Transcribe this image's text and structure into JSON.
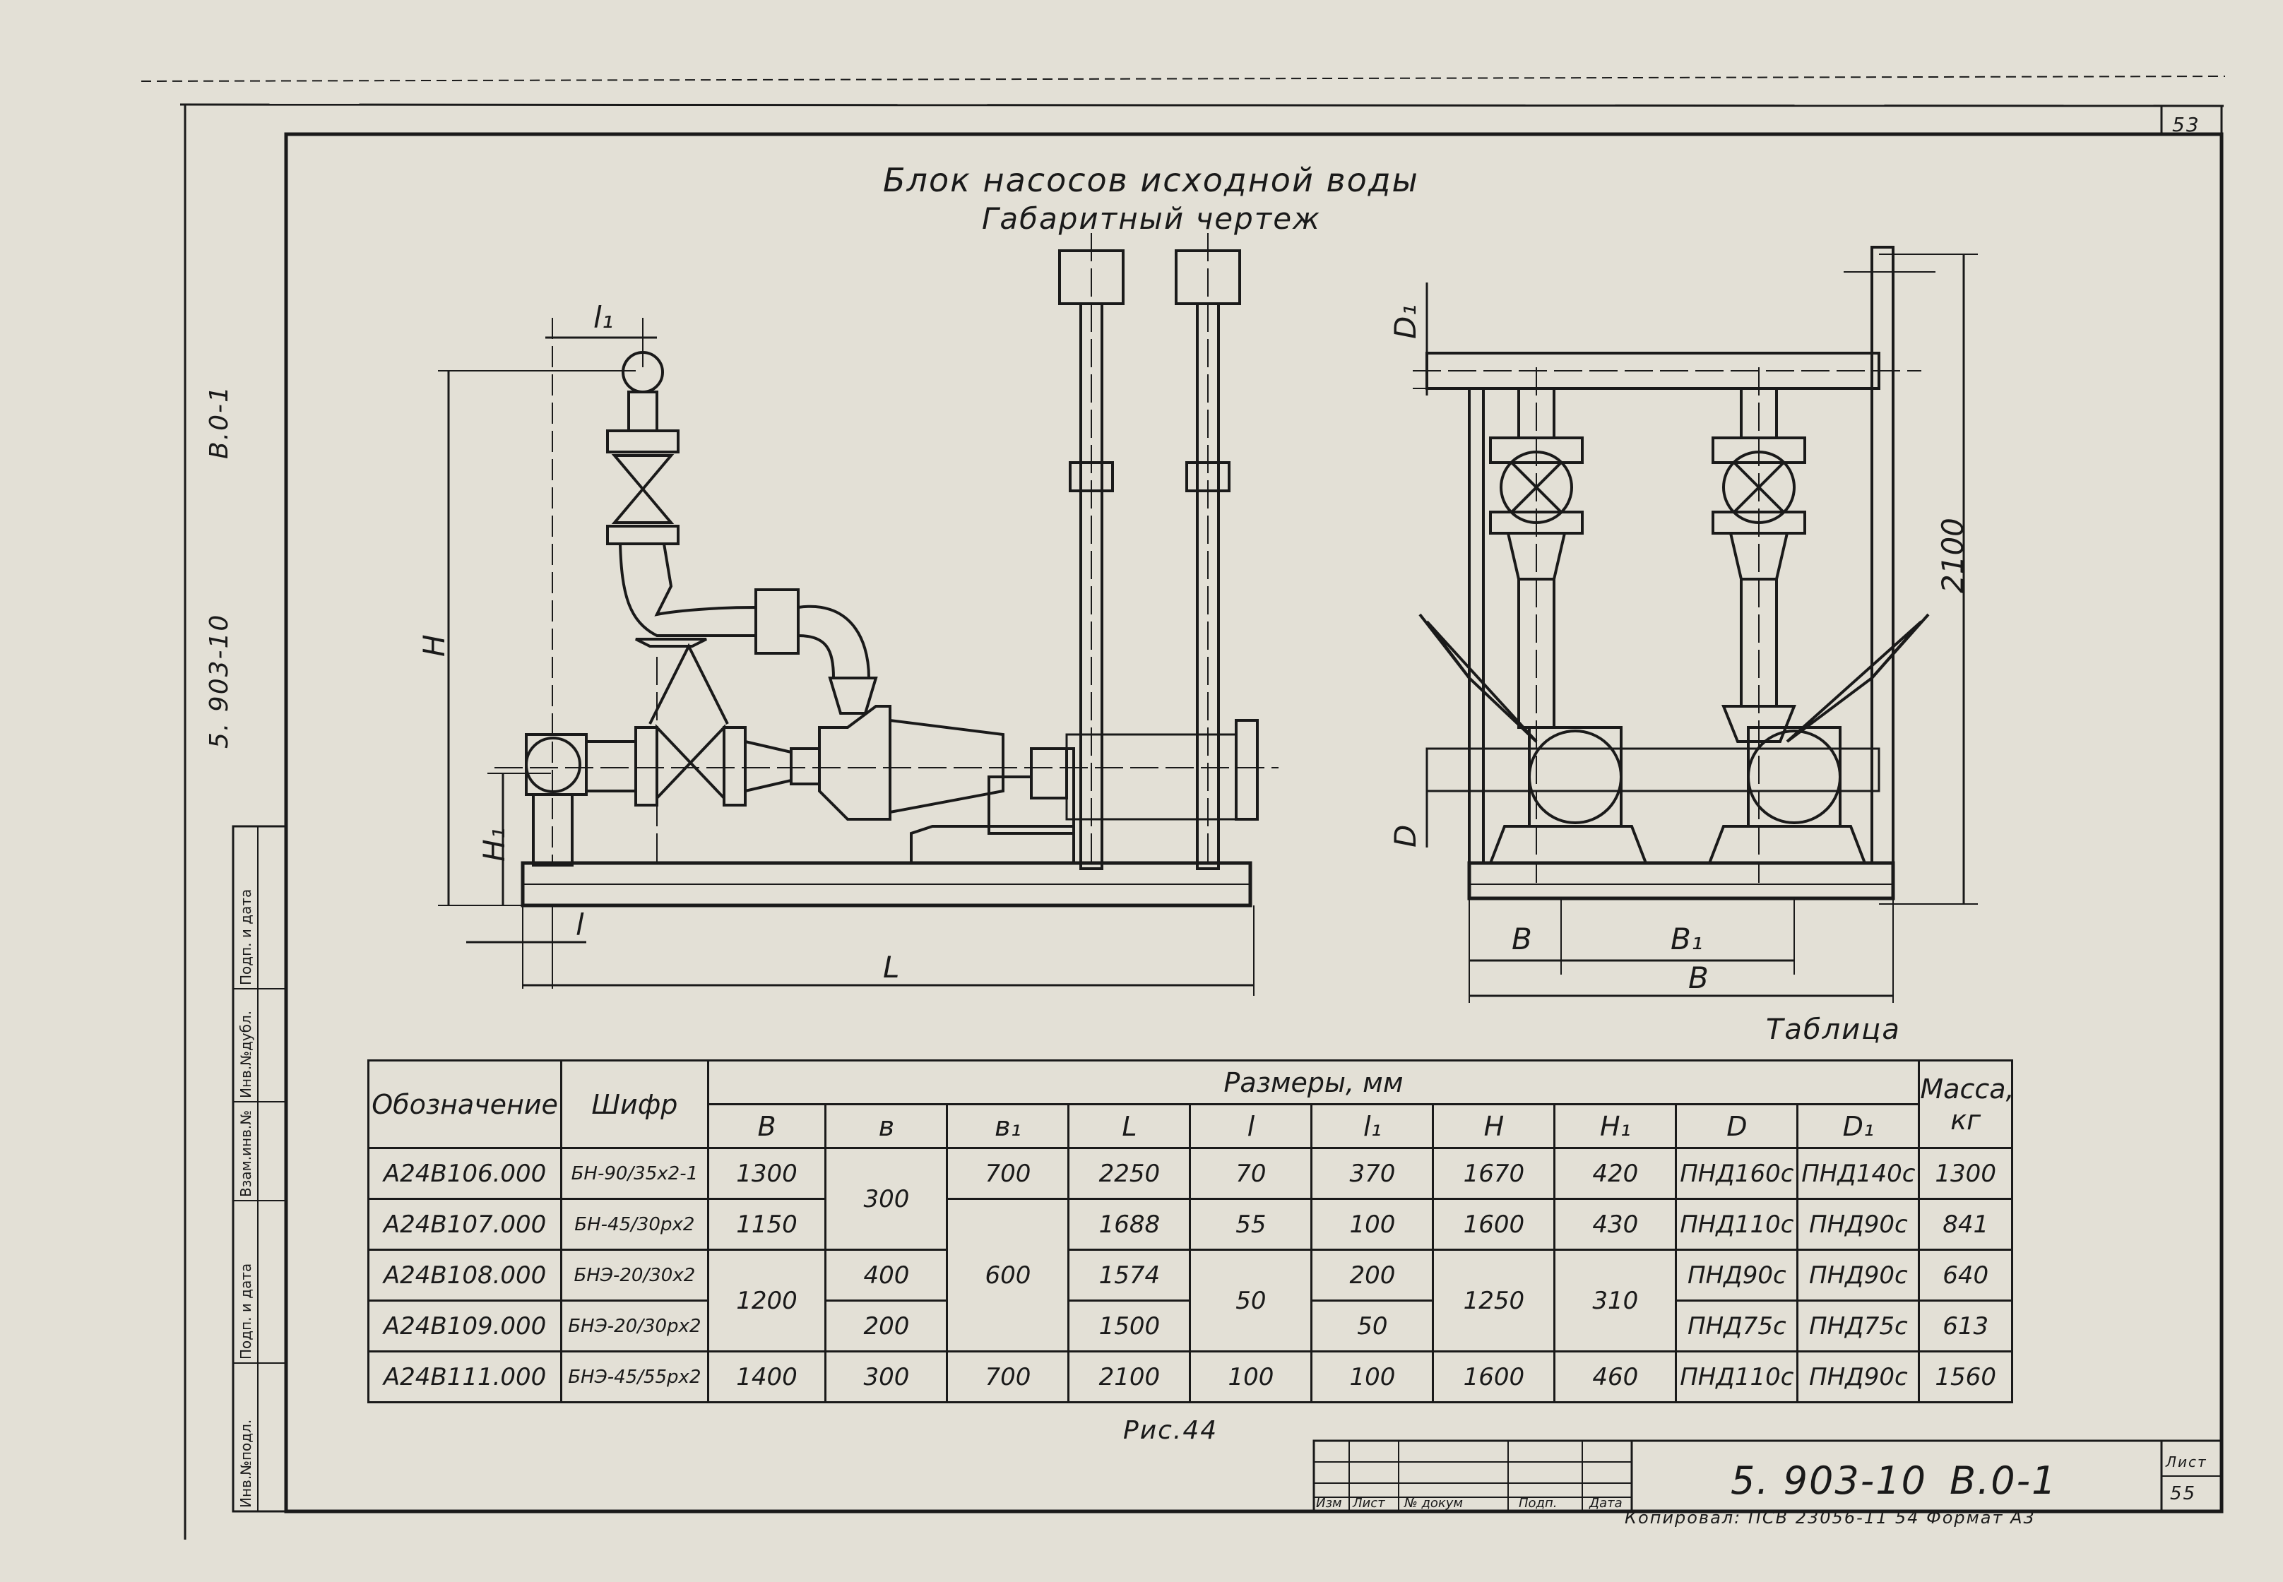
{
  "title": {
    "line1": "Блок насосов исходной воды",
    "line2": "Габаритный чертеж"
  },
  "page_number": "53",
  "side_code": {
    "doc": "5. 903-10",
    "sheet": "В.0-1"
  },
  "stamp_cells": [
    "Инв.№подл.",
    "Подп. и дата",
    "Взам.инв.№",
    "Инв.№дубл.",
    "Подп. и дата"
  ],
  "dim_labels": {
    "l1": "l₁",
    "H": "H",
    "H1": "H₁",
    "l": "l",
    "L": "L",
    "D1": "D₁",
    "D": "D",
    "h2100": "2100",
    "B": "В",
    "B1": "В₁",
    "Bbig": "В"
  },
  "table_caption": "Таблица",
  "table": {
    "col_designation": "Обозначение",
    "col_code": "Шифр",
    "col_dims": "Размеры,   мм",
    "col_mass": "Масса, кг",
    "dim_cols": [
      "В",
      "в",
      "в₁",
      "L",
      "l",
      "l₁",
      "H",
      "H₁",
      "D",
      "D₁"
    ],
    "rows": [
      {
        "designation": "А24В106.000",
        "code": "БН-90/35х2-1",
        "B": "1300",
        "b": "300",
        "b1": "700",
        "L": "2250",
        "l": "70",
        "l1": "370",
        "H": "1670",
        "H1": "420",
        "D": "ПНД160с",
        "D1": "ПНД140с",
        "mass": "1300"
      },
      {
        "designation": "А24В107.000",
        "code": "БН-45/30рх2",
        "B": "1150",
        "b": "",
        "b1": "",
        "L": "1688",
        "l": "55",
        "l1": "100",
        "H": "1600",
        "H1": "430",
        "D": "ПНД110с",
        "D1": "ПНД90с",
        "mass": "841"
      },
      {
        "designation": "А24В108.000",
        "code": "БНЭ-20/30х2",
        "B": "1200",
        "b": "400",
        "b1": "600",
        "L": "1574",
        "l": "50",
        "l1": "200",
        "H": "1250",
        "H1": "310",
        "D": "ПНД90с",
        "D1": "ПНД90с",
        "mass": "640"
      },
      {
        "designation": "А24В109.000",
        "code": "БНЭ-20/30рх2",
        "B": "",
        "b": "200",
        "b1": "",
        "L": "1500",
        "l": "",
        "l1": "50",
        "H": "",
        "H1": "",
        "D": "ПНД75с",
        "D1": "ПНД75с",
        "mass": "613"
      },
      {
        "designation": "А24В111.000",
        "code": "БНЭ-45/55рх2",
        "B": "1400",
        "b": "300",
        "b1": "700",
        "L": "2100",
        "l": "100",
        "l1": "100",
        "H": "1600",
        "H1": "460",
        "D": "ПНД110с",
        "D1": "ПНД90с",
        "mass": "1560"
      }
    ]
  },
  "figure_caption": "Рис.44",
  "title_block": {
    "doc_code": "5. 903-10",
    "sheet": "В.0-1",
    "headers": [
      "Изм",
      "Лист",
      "№ докум",
      "Подп.",
      "Дата"
    ],
    "sheet_label": "Лист",
    "sheet_number": "55",
    "copy_note": "Копировал: ПСВ 23056-11  54 Формат А3"
  }
}
